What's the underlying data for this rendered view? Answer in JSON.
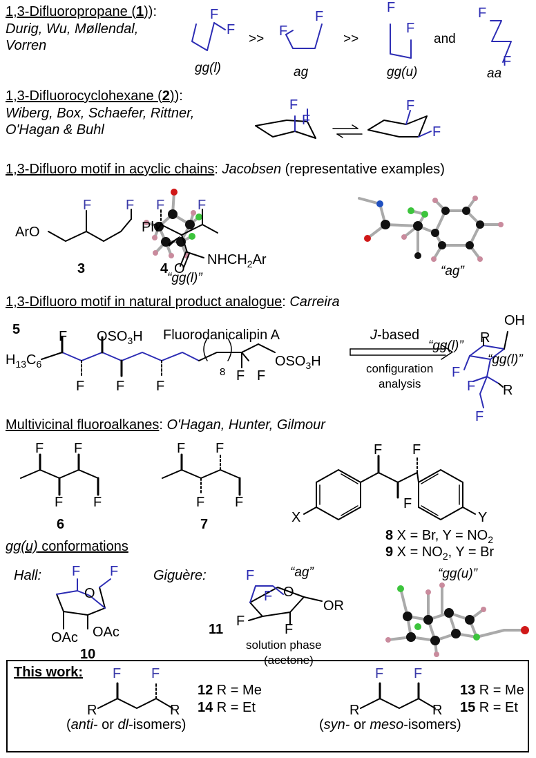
{
  "s1": {
    "title": "1,3-Difluoropropane",
    "num": "1",
    "tail": "):",
    "authors1": "Durig, Wu, Møllendal,",
    "authors2": "Vorren",
    "conf": [
      "gg(l)",
      "ag",
      "gg(u)",
      "aa"
    ],
    "gt": ">>",
    "and": "and"
  },
  "s2": {
    "title": "1,3-Difluorocyclohexane",
    "num": "2",
    "tail": "):",
    "authors1": "Wiberg, Box, Schaefer, Rittner,",
    "authors2": "O'Hagan & Buhl"
  },
  "s3": {
    "title": "1,3-Difluoro motif in acyclic chains",
    "colon": ": ",
    "author": "Jacobsen",
    "note": " (representative examples)",
    "aro": "ArO",
    "num3": "3",
    "gg": "“gg(l)”",
    "num4": "4",
    "ph": "Ph",
    "o": "O",
    "nh": "NHCH",
    "nh2": "2",
    "ar": "Ar",
    "ag": "“ag”"
  },
  "s4": {
    "title": "1,3-Difluoro motif in natural product analogue",
    "colon": ": ",
    "author": "Carreira",
    "num5": "5",
    "name": "Fluorodanicalipin A",
    "h13c6": "H",
    "h13": "13",
    "c6": "C",
    "c6sub": "6",
    "oso3h": "OSO",
    "sub3": "3",
    "h": "H",
    "jbased_j": "J",
    "jbased": "-based",
    "config1": "configuration",
    "config2": "analysis",
    "sub8": "8",
    "gg1": "“gg(l)”",
    "gg2": "“gg(l)”",
    "oh": "OH",
    "r": "R"
  },
  "s5": {
    "title": "Multivicinal fluoroalkanes",
    "colon": ": ",
    "authors": "O'Hagan, Hunter, Gilmour",
    "num6": "6",
    "num7": "7",
    "x": "X",
    "y": "Y",
    "l8_num": "8",
    "l8_text": " X = Br, Y = NO",
    "l8_sub": "2",
    "l9_num": "9",
    "l9_text": " X = NO",
    "l9_sub": "2",
    "l9_tail": ", Y = Br"
  },
  "s6": {
    "title": "gg(u)",
    "title_rest": " conformations",
    "hall": "Hall:",
    "oac": "OAc",
    "num10": "10",
    "giguere": "Giguère:",
    "ag": "“ag”",
    "or": "OR",
    "num11": "11",
    "sol1": "solution phase",
    "sol2": "(acetone)",
    "gg": "“gg(u)”"
  },
  "work": {
    "title": "This work:",
    "r": "R",
    "l12_num": "12",
    "l12": " R = Me",
    "l14_num": "14",
    "l14": " R = Et",
    "l13_num": "13",
    "l13": " R = Me",
    "l15_num": "15",
    "l15": " R = Et",
    "anti_pre": "(",
    "anti": "anti-",
    "anti_mid": " or ",
    "dl": "dl",
    "anti_post": "-isomers)",
    "syn": "syn-",
    "meso": "meso",
    "syn_post": "-isomers)"
  },
  "f": "F",
  "colors": {
    "bond_blue": "#2d2db4",
    "ball_black": "#111111",
    "ball_pink": "#c98b9d",
    "ball_green": "#3cc43c",
    "ball_red": "#d01818",
    "ball_blue": "#2050c0"
  }
}
